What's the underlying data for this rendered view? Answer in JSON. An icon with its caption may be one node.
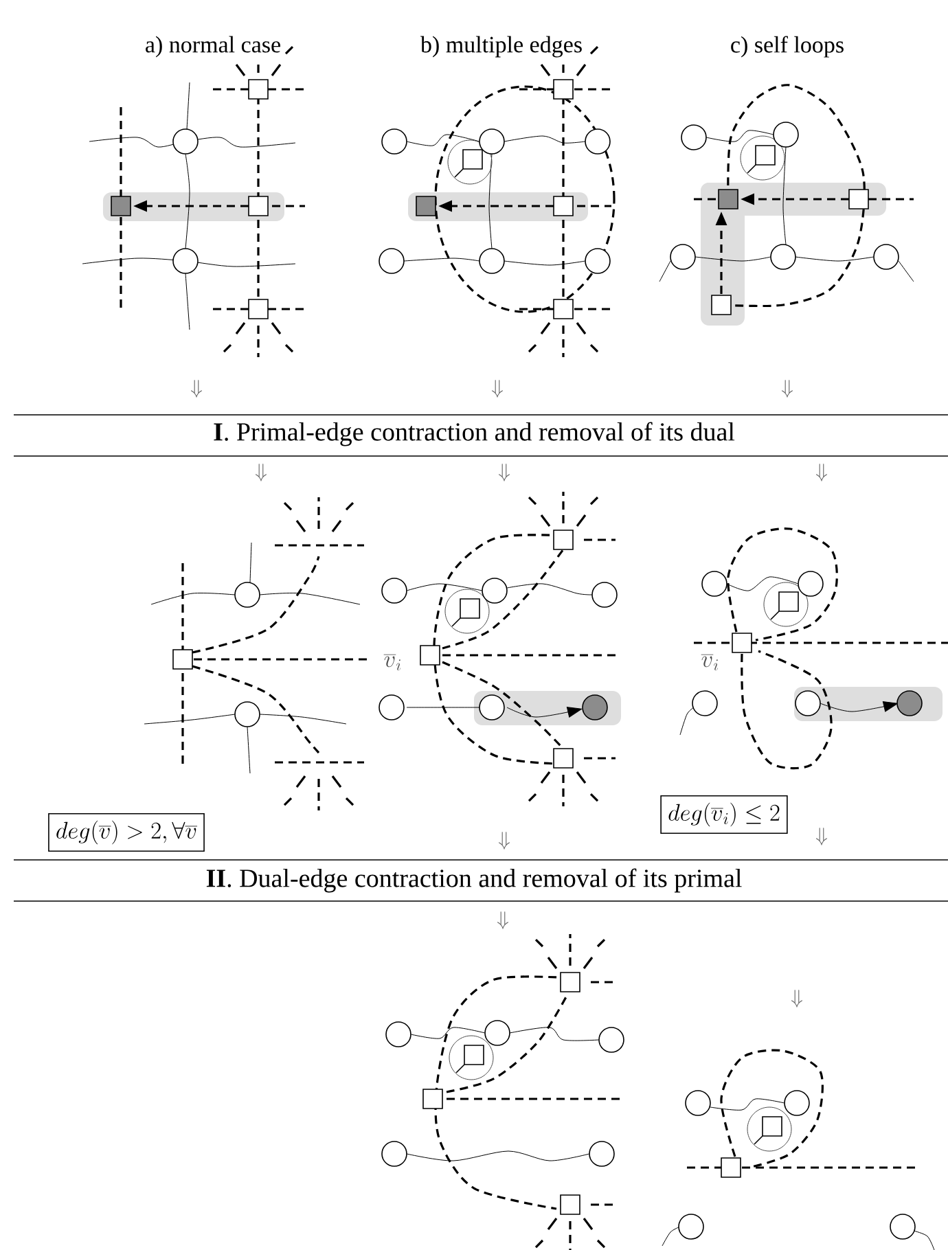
{
  "diagram": {
    "labels": [
      "a) normal case",
      "b) multiple edges",
      "c) self loops",
      "\\Downarrow",
      "\\Downarrow",
      "\\Downarrow",
      "**I**. Primal-edge contraction and removal of its dual",
      "\\Downarrow",
      "\\Downarrow",
      "\\Downarrow",
      "\\overline{v}_i",
      "\\overline{v}_i",
      "deg(\\overline{v}) > 2, \\forall \\overline{v}",
      "deg(\\overline{v}_i) \\leq 2",
      "\\Downarrow",
      "\\Downarrow",
      "**II**. Dual-edge contraction and removal of its primal",
      "\\Downarrow",
      "\\Downarrow"
    ]
  }
}
